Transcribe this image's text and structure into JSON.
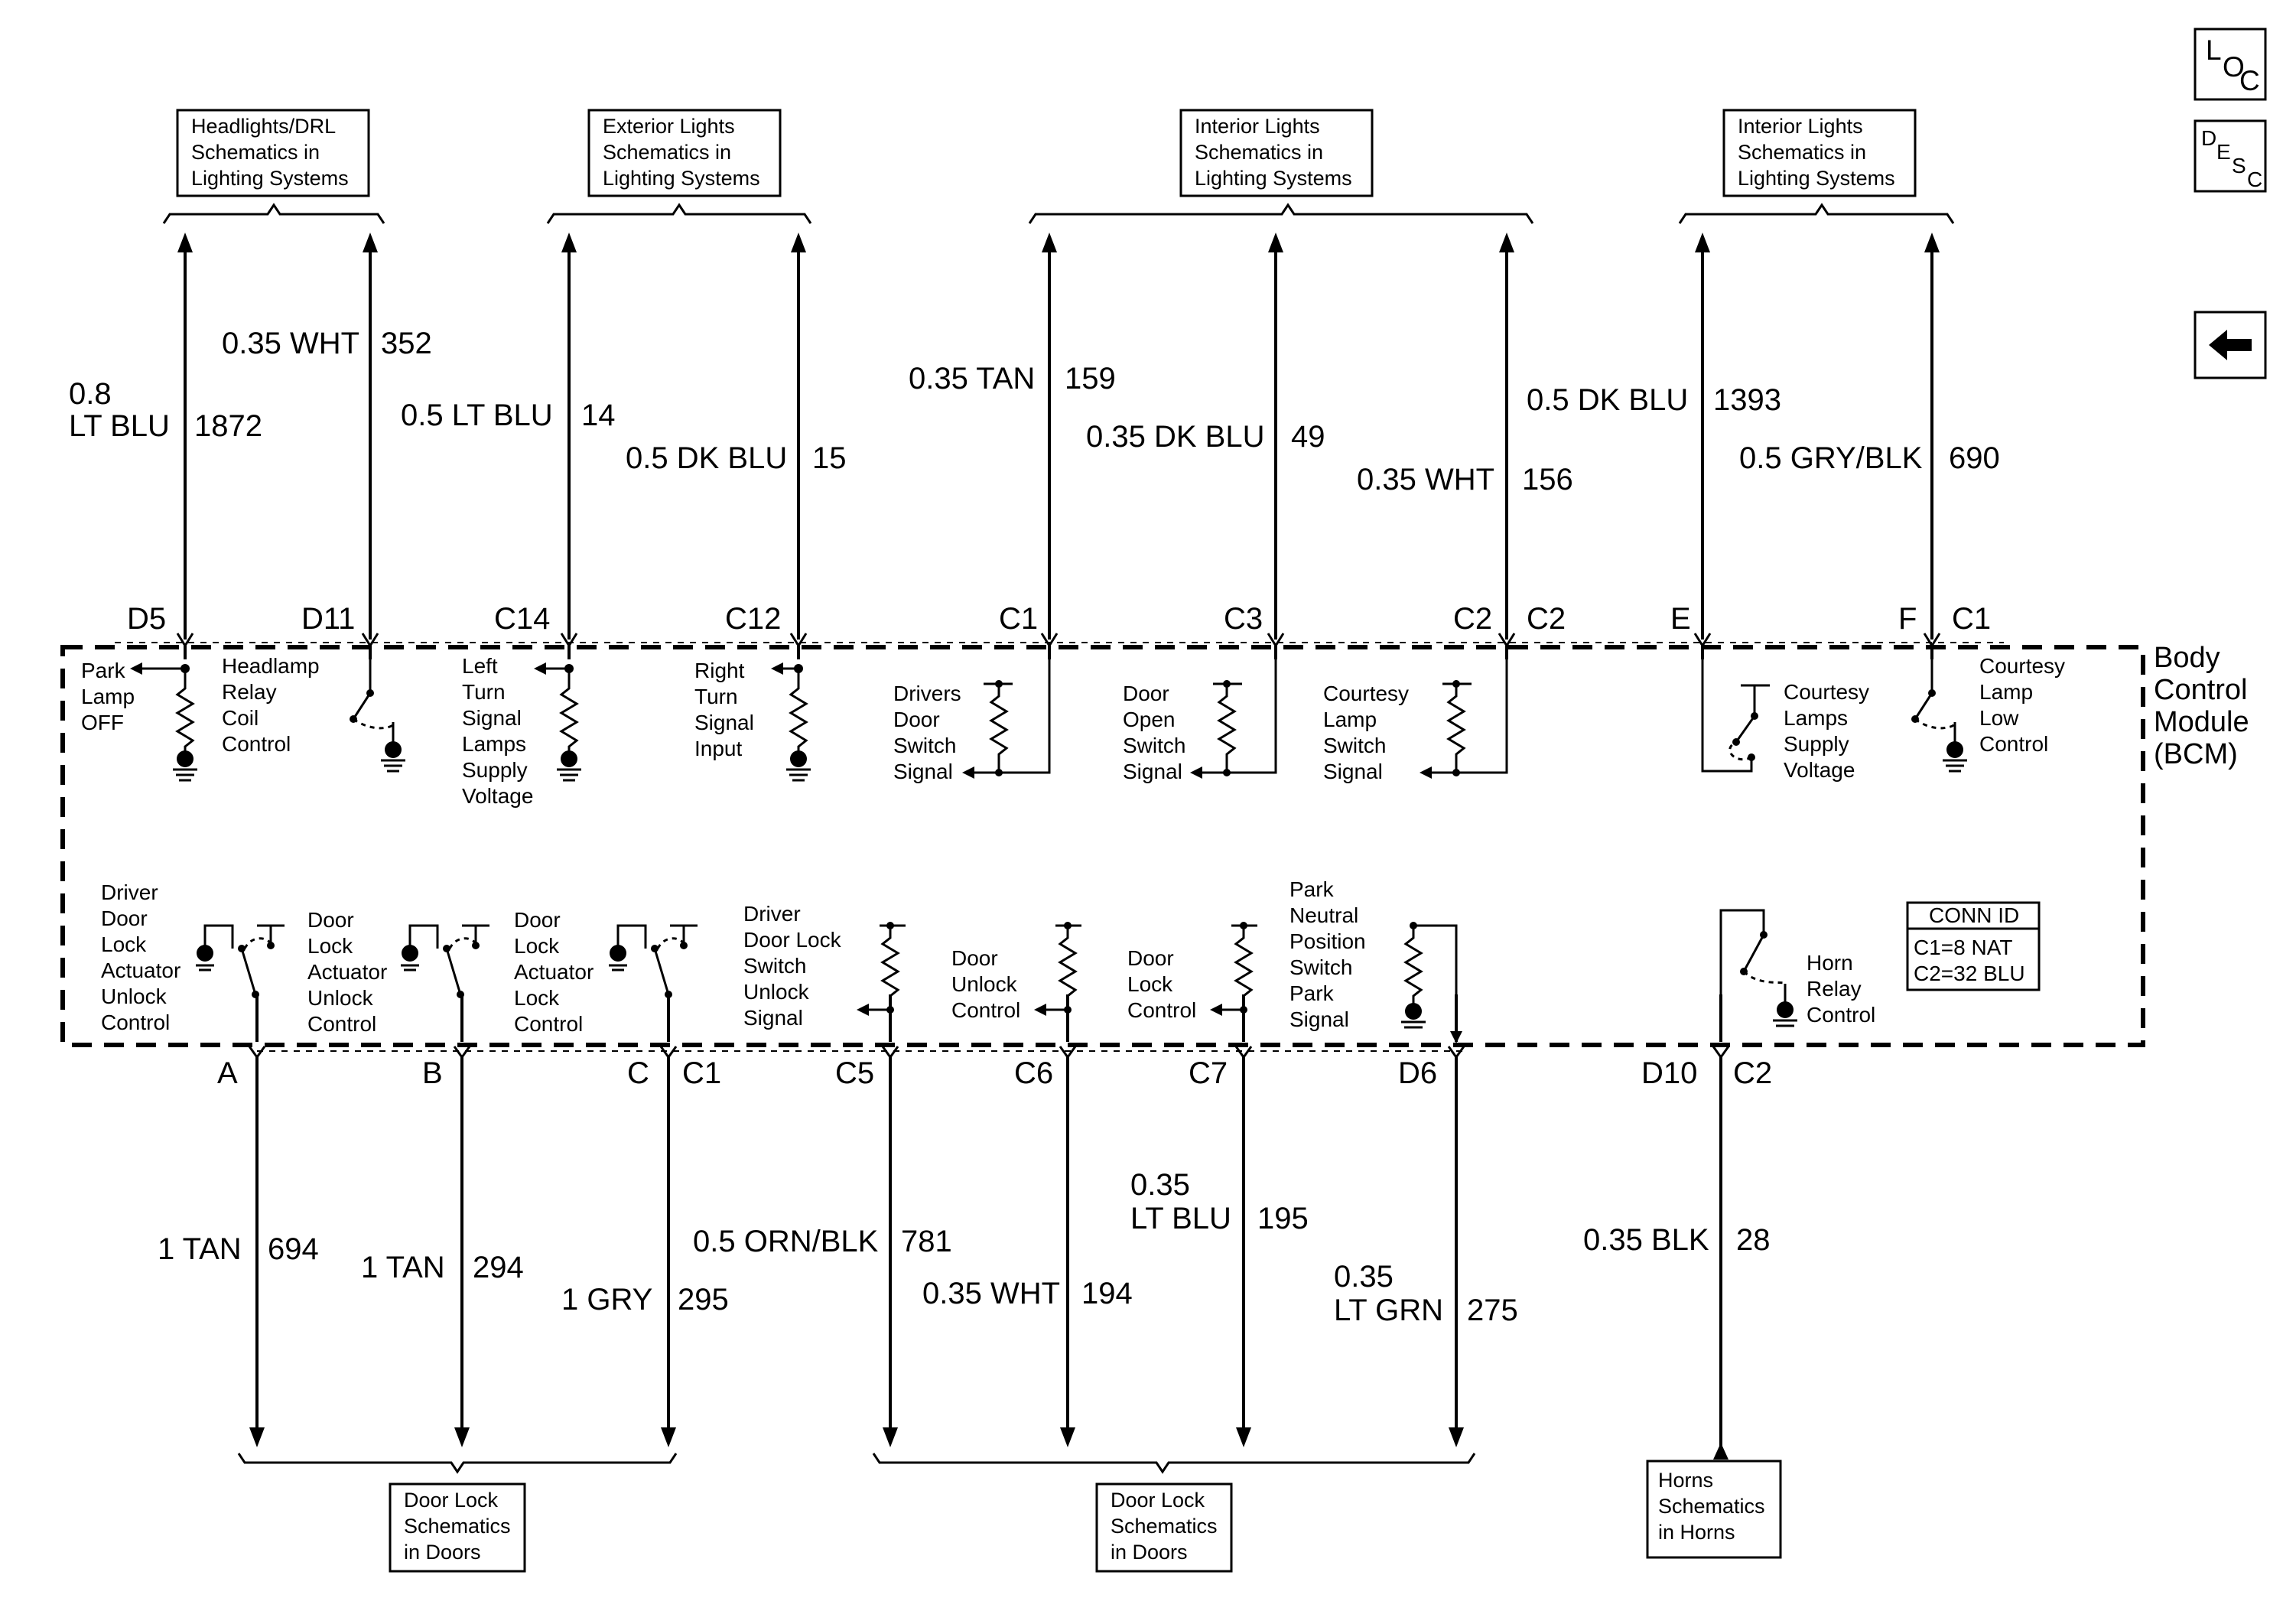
{
  "nav": {
    "loc": {
      "l": "L",
      "o": "O",
      "c": "C"
    },
    "desc": {
      "d": "D",
      "e": "E",
      "s": "S",
      "c": "C"
    }
  },
  "top_boxes": [
    {
      "lines": [
        "Headlights/DRL",
        "Schematics in",
        "Lighting Systems"
      ]
    },
    {
      "lines": [
        "Exterior Lights",
        "Schematics in",
        "Lighting Systems"
      ]
    },
    {
      "lines": [
        "Interior Lights",
        "Schematics in",
        "Lighting Systems"
      ]
    },
    {
      "lines": [
        "Interior Lights",
        "Schematics in",
        "Lighting Systems"
      ]
    }
  ],
  "bottom_boxes": [
    {
      "lines": [
        "Door Lock",
        "Schematics",
        "in Doors"
      ]
    },
    {
      "lines": [
        "Door Lock",
        "Schematics",
        "in Doors"
      ]
    },
    {
      "lines": [
        "Horns",
        "Schematics",
        "in Horns"
      ]
    }
  ],
  "top_wires": [
    {
      "label": "0.8",
      "label2": "LT BLU",
      "circuit": "1872",
      "pin": "D5"
    },
    {
      "label": "0.35 WHT",
      "circuit": "352",
      "pin": "D11"
    },
    {
      "label": "0.5 LT BLU",
      "circuit": "14",
      "pin": "C14"
    },
    {
      "label": "0.5 DK BLU",
      "circuit": "15",
      "pin": "C12"
    },
    {
      "label": "0.35 TAN",
      "circuit": "159",
      "pin": "C1"
    },
    {
      "label": "0.35 DK BLU",
      "circuit": "49",
      "pin": "C3"
    },
    {
      "label": "0.35 WHT",
      "circuit": "156",
      "pin": "C2",
      "connector": "C2"
    },
    {
      "label": "0.5 DK BLU",
      "circuit": "1393",
      "pin": "E"
    },
    {
      "label": "0.5 GRY/BLK",
      "circuit": "690",
      "pin": "F",
      "connector": "C1"
    }
  ],
  "bottom_wires": [
    {
      "label": "1 TAN",
      "circuit": "694",
      "pin": "A"
    },
    {
      "label": "1 TAN",
      "circuit": "294",
      "pin": "B"
    },
    {
      "label": "1 GRY",
      "circuit": "295",
      "pin": "C",
      "connector": "C1"
    },
    {
      "label": "0.5 ORN/BLK",
      "circuit": "781",
      "pin": "C5"
    },
    {
      "label": "0.35 WHT",
      "circuit": "194",
      "pin": "C6"
    },
    {
      "label": "0.35",
      "label2": "LT BLU",
      "circuit": "195",
      "pin": "C7"
    },
    {
      "label": "0.35",
      "label2": "LT GRN",
      "circuit": "275",
      "pin": "D6"
    },
    {
      "label": "0.35 BLK",
      "circuit": "28",
      "pin": "D10",
      "connector": "C2"
    }
  ],
  "bcm": {
    "lines": [
      "Body",
      "Control",
      "Module",
      "(BCM)"
    ]
  },
  "top_functions": [
    {
      "lines": [
        "Park",
        "Lamp",
        "OFF"
      ]
    },
    {
      "lines": [
        "Headlamp",
        "Relay",
        "Coil",
        "Control"
      ]
    },
    {
      "lines": [
        "Left",
        "Turn",
        "Signal",
        "Lamps",
        "Supply",
        "Voltage"
      ]
    },
    {
      "lines": [
        "Right",
        "Turn",
        "Signal",
        "Input"
      ]
    },
    {
      "lines": [
        "Drivers",
        "Door",
        "Switch",
        "Signal"
      ]
    },
    {
      "lines": [
        "Door",
        "Open",
        "Switch",
        "Signal"
      ]
    },
    {
      "lines": [
        "Courtesy",
        "Lamp",
        "Switch",
        "Signal"
      ]
    },
    {
      "lines": [
        "Courtesy",
        "Lamps",
        "Supply",
        "Voltage"
      ]
    },
    {
      "lines": [
        "Courtesy",
        "Lamp",
        "Low",
        "Control"
      ]
    }
  ],
  "bottom_functions": [
    {
      "lines": [
        "Driver",
        "Door",
        "Lock",
        "Actuator",
        "Unlock",
        "Control"
      ]
    },
    {
      "lines": [
        "Door",
        "Lock",
        "Actuator",
        "Unlock",
        "Control"
      ]
    },
    {
      "lines": [
        "Door",
        "Lock",
        "Actuator",
        "Lock",
        "Control"
      ]
    },
    {
      "lines": [
        "Driver",
        "Door Lock",
        "Switch",
        "Unlock",
        "Signal"
      ]
    },
    {
      "lines": [
        "Door",
        "Unlock",
        "Control"
      ]
    },
    {
      "lines": [
        "Door",
        "Lock",
        "Control"
      ]
    },
    {
      "lines": [
        "Park",
        "Neutral",
        "Position",
        "Switch",
        "Park",
        "Signal"
      ]
    },
    {
      "lines": [
        "Horn",
        "Relay",
        "Control"
      ]
    }
  ],
  "conn_id": {
    "title": "CONN ID",
    "c1": "C1=8 NAT",
    "c2": "C2=32 BLU"
  }
}
